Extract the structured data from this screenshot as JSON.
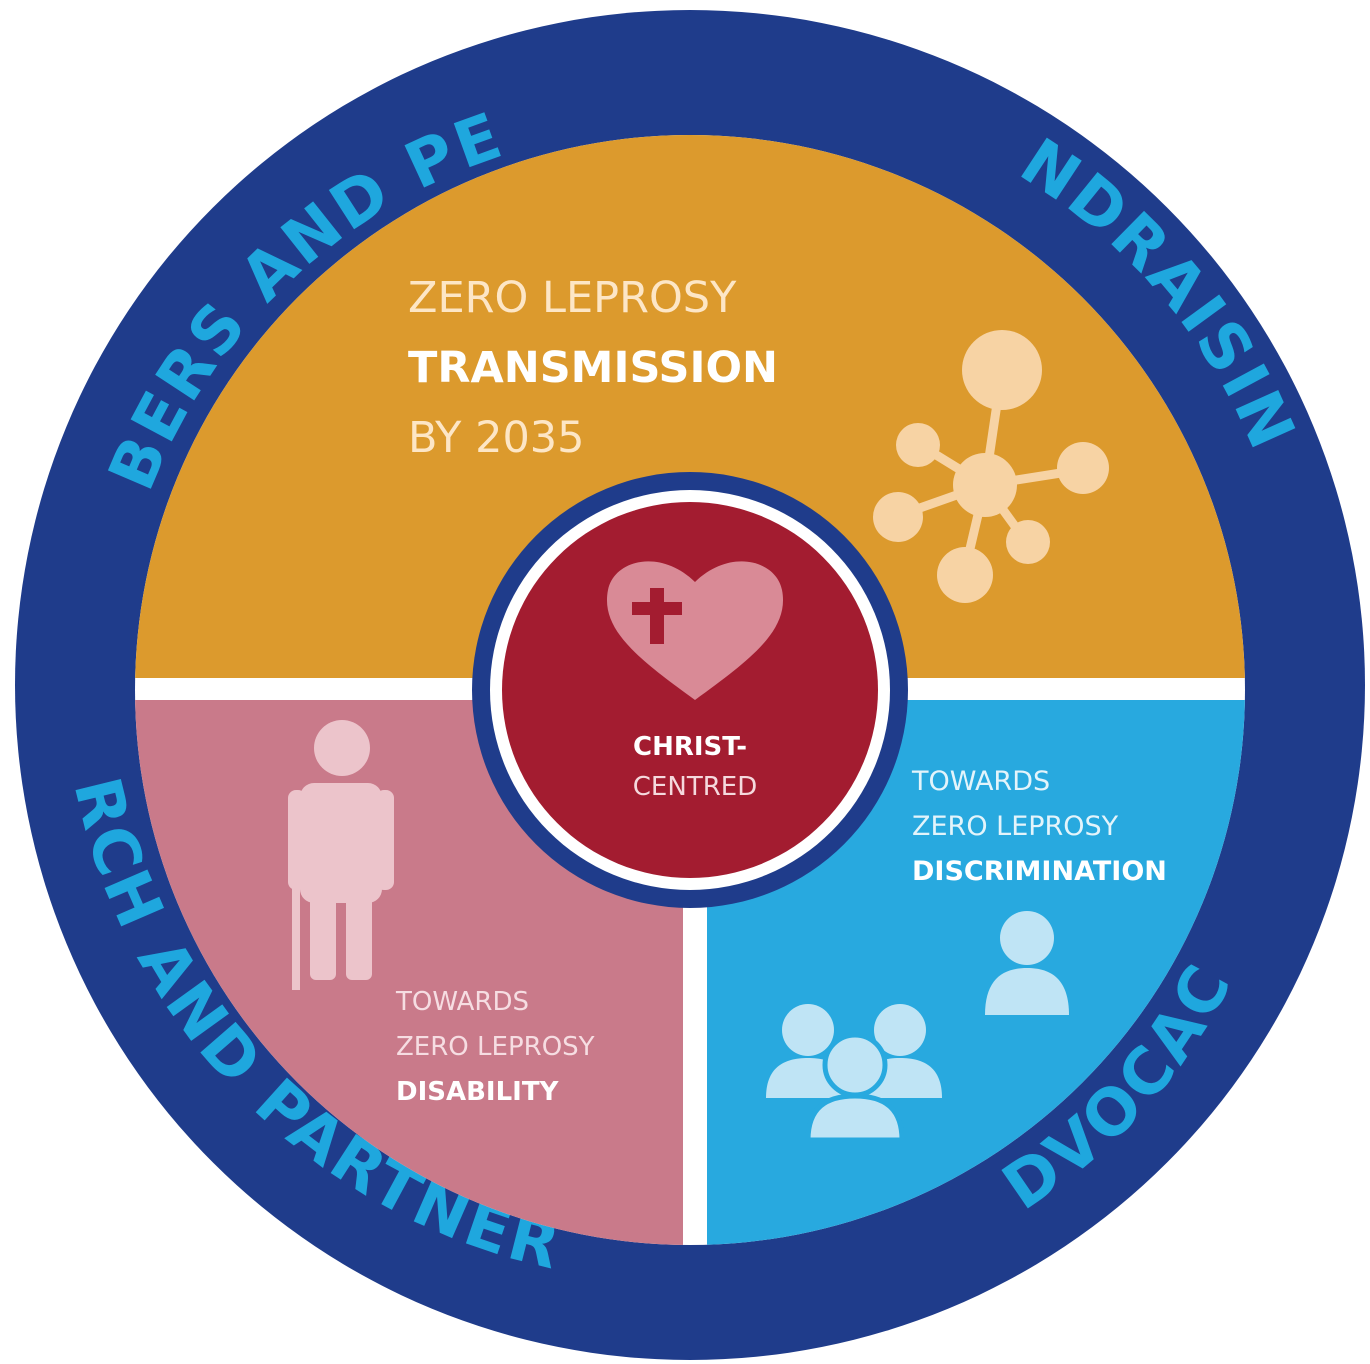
{
  "colors": {
    "ring": "#1f3c8b",
    "ring_text": "#1fa7de",
    "top": "#dc9a2d",
    "left": "#c97a8a",
    "right": "#28a9df",
    "center": "#a31c30",
    "light_text": "#fde6c6",
    "right_text": "#e3f4fb",
    "left_text": "#f6dde2",
    "white": "#ffffff"
  },
  "ring": {
    "members": "MEMBERS AND PEOPLE",
    "fundraising": "FUNDRAISING",
    "church": "CHURCH AND PARTNERSHIP",
    "advocacy": "ADVOCACY"
  },
  "top": {
    "line1": "ZERO LEPROSY",
    "line2": "TRANSMISSION",
    "line3": "BY 2035",
    "icon": "network-icon"
  },
  "left": {
    "line1": "TOWARDS",
    "line2": "ZERO LEPROSY",
    "line3": "DISABILITY",
    "icon": "person-with-cane-icon"
  },
  "right": {
    "line1": "TOWARDS",
    "line2": "ZERO LEPROSY",
    "line3": "DISCRIMINATION",
    "icon": "people-group-icon"
  },
  "center": {
    "line1": "CHRIST-",
    "line2": "CENTRED",
    "icon": "heart-cross-icon"
  }
}
